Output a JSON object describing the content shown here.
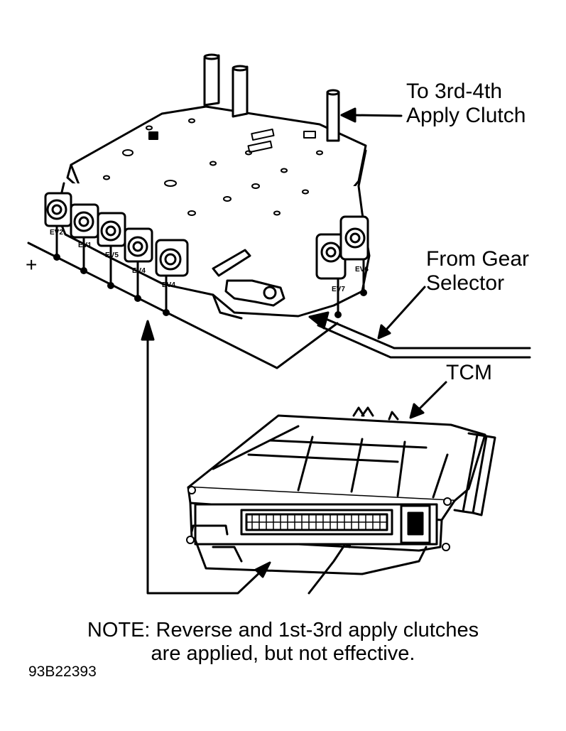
{
  "labels": {
    "clutch_line1": "To 3rd-4th",
    "clutch_line2": "Apply Clutch",
    "selector_line1": "From Gear",
    "selector_line2": "Selector",
    "tcm": "TCM",
    "plus": "+"
  },
  "solenoids": [
    "EV2",
    "EV1",
    "EV5",
    "EV4",
    "EV4",
    "EV7",
    "EV6"
  ],
  "note": {
    "line1": "NOTE: Reverse and 1st-3rd apply clutches",
    "line2": "are applied, but not effective."
  },
  "figure_code": "93B22393"
}
